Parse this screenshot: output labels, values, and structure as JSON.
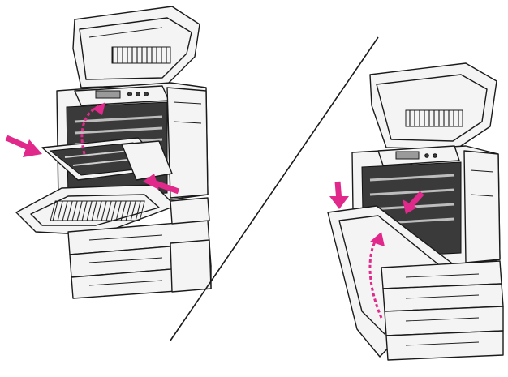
{
  "figure": {
    "kind": "printer-service-illustration",
    "colors": {
      "arrow": "#e0298a",
      "line": "#1a1a1a",
      "panel": "#f4f4f4",
      "shadow": "#3a3a3a"
    },
    "panels": [
      {
        "id": "left",
        "description_icon": "printer-with-transfer-unit-icon"
      },
      {
        "id": "right",
        "description_icon": "printer-with-front-door-icon"
      }
    ]
  }
}
